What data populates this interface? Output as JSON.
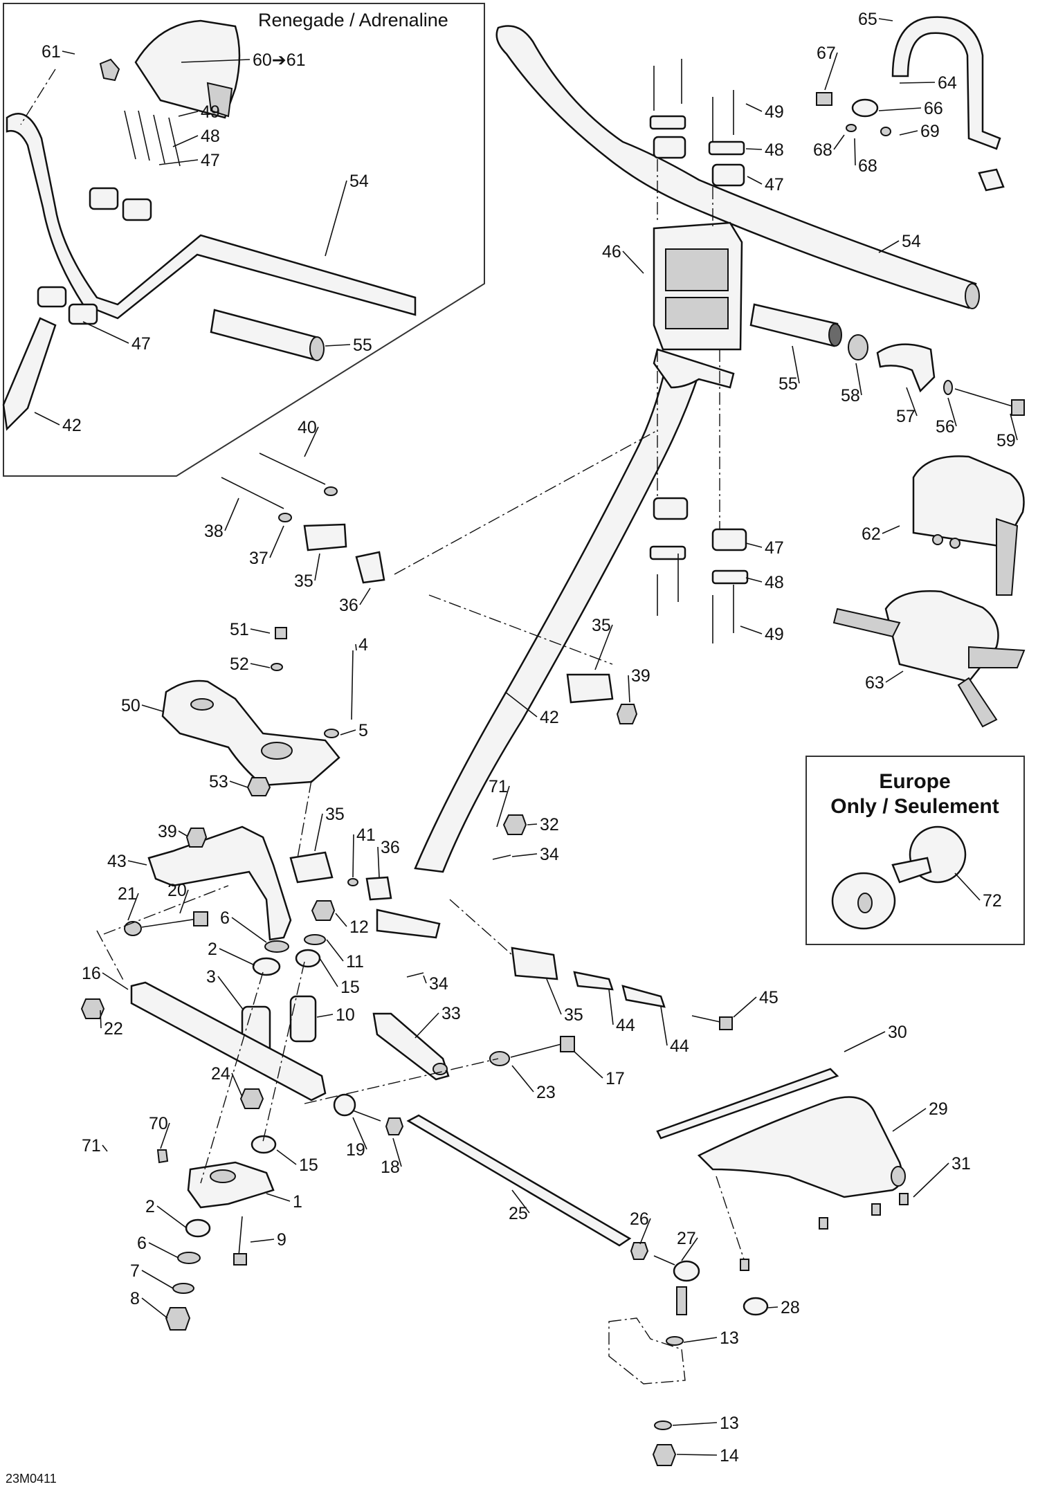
{
  "inset": {
    "title": "Renegade / Adrenaline"
  },
  "europe_box": {
    "line1": "Europe",
    "line2": "Only / Seulement"
  },
  "drawing_code": "23M0411",
  "callouts": [
    {
      "id": "61a",
      "text": "61"
    },
    {
      "id": "60",
      "text": "60➔61"
    },
    {
      "id": "49a",
      "text": "49"
    },
    {
      "id": "48a",
      "text": "48"
    },
    {
      "id": "47a",
      "text": "47"
    },
    {
      "id": "54a",
      "text": "54"
    },
    {
      "id": "47b",
      "text": "47"
    },
    {
      "id": "55a",
      "text": "55"
    },
    {
      "id": "42a",
      "text": "42"
    },
    {
      "id": "65",
      "text": "65"
    },
    {
      "id": "67",
      "text": "67"
    },
    {
      "id": "64",
      "text": "64"
    },
    {
      "id": "66",
      "text": "66"
    },
    {
      "id": "68a",
      "text": "68"
    },
    {
      "id": "68b",
      "text": "68"
    },
    {
      "id": "69",
      "text": "69"
    },
    {
      "id": "49b",
      "text": "49"
    },
    {
      "id": "48b",
      "text": "48"
    },
    {
      "id": "47c",
      "text": "47"
    },
    {
      "id": "46",
      "text": "46"
    },
    {
      "id": "54b",
      "text": "54"
    },
    {
      "id": "55b",
      "text": "55"
    },
    {
      "id": "58",
      "text": "58"
    },
    {
      "id": "57",
      "text": "57"
    },
    {
      "id": "56",
      "text": "56"
    },
    {
      "id": "59",
      "text": "59"
    },
    {
      "id": "40",
      "text": "40"
    },
    {
      "id": "38",
      "text": "38"
    },
    {
      "id": "37",
      "text": "37"
    },
    {
      "id": "35a",
      "text": "35"
    },
    {
      "id": "36a",
      "text": "36"
    },
    {
      "id": "47d",
      "text": "47"
    },
    {
      "id": "48c",
      "text": "48"
    },
    {
      "id": "49c",
      "text": "49"
    },
    {
      "id": "62",
      "text": "62"
    },
    {
      "id": "63",
      "text": "63"
    },
    {
      "id": "51",
      "text": "51"
    },
    {
      "id": "52",
      "text": "52"
    },
    {
      "id": "4",
      "text": "4"
    },
    {
      "id": "50",
      "text": "50"
    },
    {
      "id": "5",
      "text": "5"
    },
    {
      "id": "53",
      "text": "53"
    },
    {
      "id": "35b",
      "text": "35"
    },
    {
      "id": "39a",
      "text": "39"
    },
    {
      "id": "42b",
      "text": "42"
    },
    {
      "id": "71a",
      "text": "71"
    },
    {
      "id": "39b",
      "text": "39"
    },
    {
      "id": "35c",
      "text": "35"
    },
    {
      "id": "43",
      "text": "43"
    },
    {
      "id": "41",
      "text": "41"
    },
    {
      "id": "36b",
      "text": "36"
    },
    {
      "id": "32",
      "text": "32"
    },
    {
      "id": "34a",
      "text": "34"
    },
    {
      "id": "21",
      "text": "21"
    },
    {
      "id": "20",
      "text": "20"
    },
    {
      "id": "6a",
      "text": "6"
    },
    {
      "id": "12",
      "text": "12"
    },
    {
      "id": "2a",
      "text": "2"
    },
    {
      "id": "11",
      "text": "11"
    },
    {
      "id": "16",
      "text": "16"
    },
    {
      "id": "3",
      "text": "3"
    },
    {
      "id": "15a",
      "text": "15"
    },
    {
      "id": "10",
      "text": "10"
    },
    {
      "id": "34b",
      "text": "34"
    },
    {
      "id": "22",
      "text": "22"
    },
    {
      "id": "33",
      "text": "33"
    },
    {
      "id": "35d",
      "text": "35"
    },
    {
      "id": "44a",
      "text": "44"
    },
    {
      "id": "44b",
      "text": "44"
    },
    {
      "id": "45",
      "text": "45"
    },
    {
      "id": "30",
      "text": "30"
    },
    {
      "id": "24",
      "text": "24"
    },
    {
      "id": "23",
      "text": "23"
    },
    {
      "id": "17",
      "text": "17"
    },
    {
      "id": "29",
      "text": "29"
    },
    {
      "id": "71b",
      "text": "71"
    },
    {
      "id": "70",
      "text": "70"
    },
    {
      "id": "19",
      "text": "19"
    },
    {
      "id": "18",
      "text": "18"
    },
    {
      "id": "15b",
      "text": "15"
    },
    {
      "id": "31",
      "text": "31"
    },
    {
      "id": "1",
      "text": "1"
    },
    {
      "id": "2b",
      "text": "2"
    },
    {
      "id": "9",
      "text": "9"
    },
    {
      "id": "6b",
      "text": "6"
    },
    {
      "id": "25",
      "text": "25"
    },
    {
      "id": "7",
      "text": "7"
    },
    {
      "id": "26",
      "text": "26"
    },
    {
      "id": "8",
      "text": "8"
    },
    {
      "id": "27",
      "text": "27"
    },
    {
      "id": "28",
      "text": "28"
    },
    {
      "id": "13a",
      "text": "13"
    },
    {
      "id": "13b",
      "text": "13"
    },
    {
      "id": "14",
      "text": "14"
    },
    {
      "id": "72",
      "text": "72"
    }
  ]
}
